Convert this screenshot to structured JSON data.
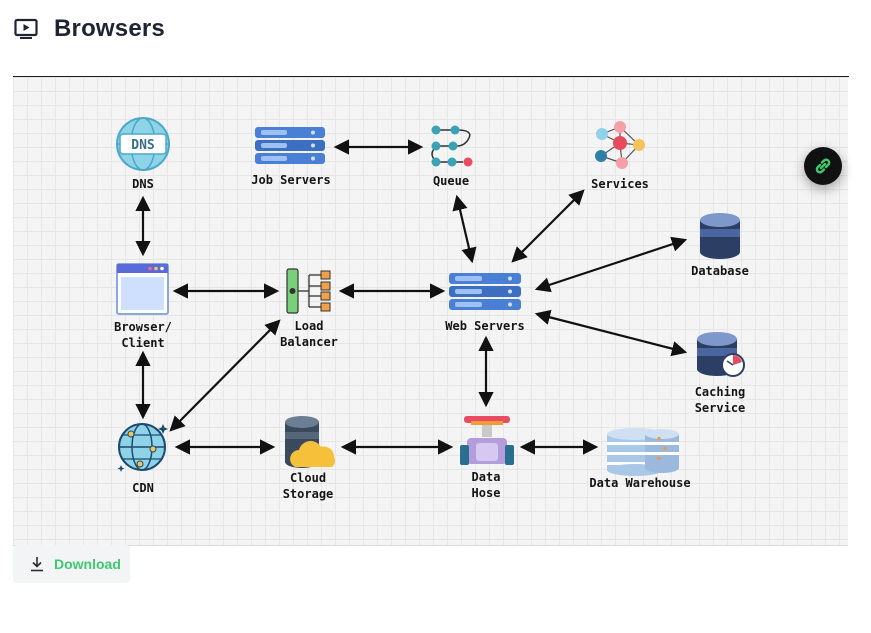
{
  "page": {
    "title": "Browsers"
  },
  "diagram": {
    "nodes": {
      "dns": "DNS",
      "job_servers": "Job Servers",
      "queue": "Queue",
      "services": "Services",
      "database": "Database",
      "browser_client": "Browser/\nClient",
      "load_balancer": "Load\nBalancer",
      "web_servers": "Web Servers",
      "caching_service": "Caching\nService",
      "cdn": "CDN",
      "cloud_storage": "Cloud\nStorage",
      "data_hose": "Data\nHose",
      "data_warehouse": "Data Warehouse"
    },
    "dns_badge": "DNS",
    "edges": [
      [
        "dns",
        "browser_client"
      ],
      [
        "job_servers",
        "queue"
      ],
      [
        "queue",
        "web_servers"
      ],
      [
        "web_servers",
        "services"
      ],
      [
        "web_servers",
        "database"
      ],
      [
        "web_servers",
        "caching_service"
      ],
      [
        "browser_client",
        "load_balancer"
      ],
      [
        "load_balancer",
        "web_servers"
      ],
      [
        "browser_client",
        "cdn"
      ],
      [
        "cdn",
        "load_balancer"
      ],
      [
        "cdn",
        "cloud_storage"
      ],
      [
        "cloud_storage",
        "data_hose"
      ],
      [
        "web_servers",
        "data_hose"
      ],
      [
        "data_hose",
        "data_warehouse"
      ]
    ]
  },
  "actions": {
    "download_label": "Download"
  },
  "icons": {
    "title_icon": "tv-play-icon",
    "download_icon": "download-icon",
    "link_button_icon": "link-icon"
  },
  "colors": {
    "accent_green": "#3ecb6f",
    "server_blue": "#4a7fd6",
    "title_text": "#1f2433"
  }
}
